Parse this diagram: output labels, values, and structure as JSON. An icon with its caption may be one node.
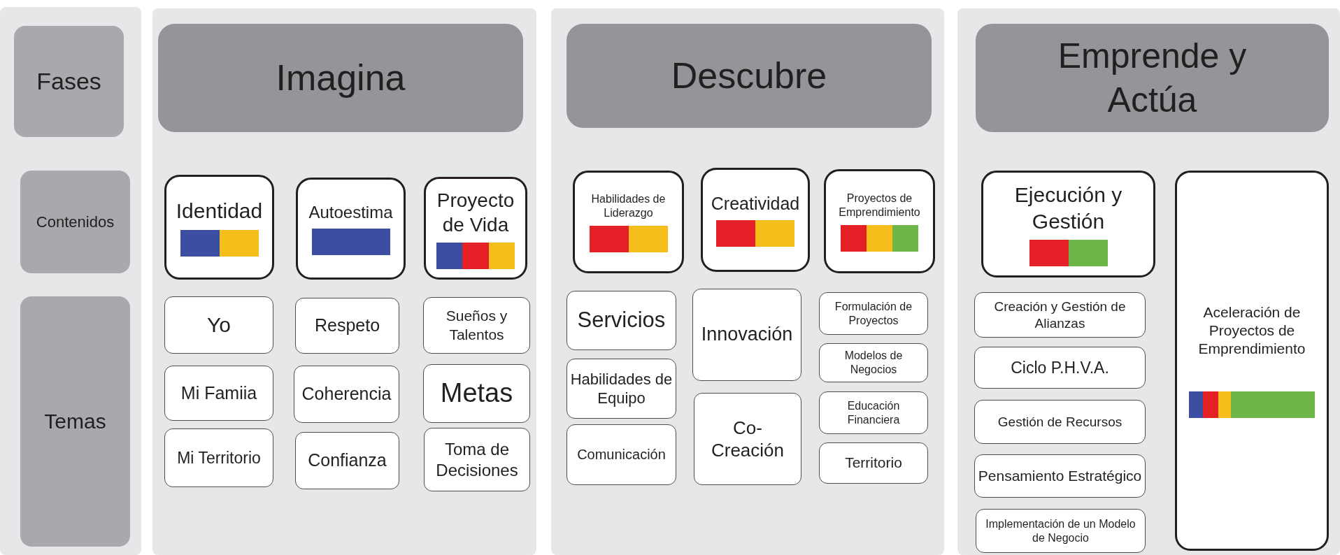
{
  "diagram": {
    "nodes": [
      {
        "text": [],
        "shape": "box"
      },
      {
        "text": [
          "Fases"
        ],
        "in": 0
      },
      {
        "text": [
          "Contenidos"
        ],
        "in": 0
      },
      {
        "text": [
          "Temas"
        ],
        "in": 0
      },
      {
        "text": [],
        "shape": "box"
      },
      {
        "text": [
          "Imagina"
        ],
        "in": 4
      },
      {
        "text": [
          "Identidad"
        ],
        "in": 4
      },
      {
        "text": [
          "Autoestima"
        ],
        "in": 4
      },
      {
        "text": [
          "Proyecto de Vida"
        ],
        "in": 4
      },
      {
        "text": [
          "Yo"
        ],
        "in": 4
      },
      {
        "text": [
          "Respeto"
        ],
        "in": 4
      },
      {
        "text": [
          "Sueños y Talentos"
        ],
        "in": 4
      },
      {
        "text": [
          "Mi Famiia"
        ],
        "in": 4
      },
      {
        "text": [
          "Coherencia"
        ],
        "in": 4
      },
      {
        "text": [
          "Metas"
        ],
        "in": 4
      },
      {
        "text": [
          "Mi Territorio"
        ],
        "in": 4
      },
      {
        "text": [
          "Confianza"
        ],
        "in": 4
      },
      {
        "text": [
          "Toma de Decisiones"
        ],
        "in": 4
      },
      {
        "text": [],
        "shape": "box"
      },
      {
        "text": [
          "Descubre"
        ],
        "in": 18
      },
      {
        "text": [
          "Habilidades de Liderazgo"
        ],
        "in": 18
      },
      {
        "text": [
          "Creatividad"
        ],
        "in": 18
      },
      {
        "text": [
          "Proyectos de Emprendimiento"
        ],
        "in": 18
      },
      {
        "text": [
          "Servicios"
        ],
        "in": 18
      },
      {
        "text": [
          "Innovación"
        ],
        "in": 18
      },
      {
        "text": [
          "Formulación de Proyectos"
        ],
        "in": 18
      },
      {
        "text": [
          "Modelos de Negocios"
        ],
        "in": 18
      },
      {
        "text": [
          "Habilidades de Equipo"
        ],
        "in": 18
      },
      {
        "text": [
          "Educación Financiera"
        ],
        "in": 18
      },
      {
        "text": [
          "Co-Creación"
        ],
        "in": 18
      },
      {
        "text": [
          "Comunicación"
        ],
        "in": 18
      },
      {
        "text": [
          "Territorio"
        ],
        "in": 18
      },
      {
        "text": [],
        "shape": "box"
      },
      {
        "text": [
          "Emprende y Actúa"
        ],
        "in": 32
      },
      {
        "text": [
          "Ejecución y Gestión"
        ],
        "in": 32
      },
      {
        "text": [
          "Aceleración de Proyectos de Emprendimiento"
        ],
        "in": 32
      },
      {
        "text": [
          "Creación y Gestión de Alianzas"
        ],
        "in": 32
      },
      {
        "text": [
          "Ciclo P.H.V.A."
        ],
        "in": 32
      },
      {
        "text": [
          "Gestión de Recursos"
        ],
        "in": 32
      },
      {
        "text": [
          "Pensamiento Estratégico"
        ],
        "in": 32
      },
      {
        "text": [
          "Implementación de un Modelo de Negocio"
        ],
        "in": 32
      }
    ]
  }
}
